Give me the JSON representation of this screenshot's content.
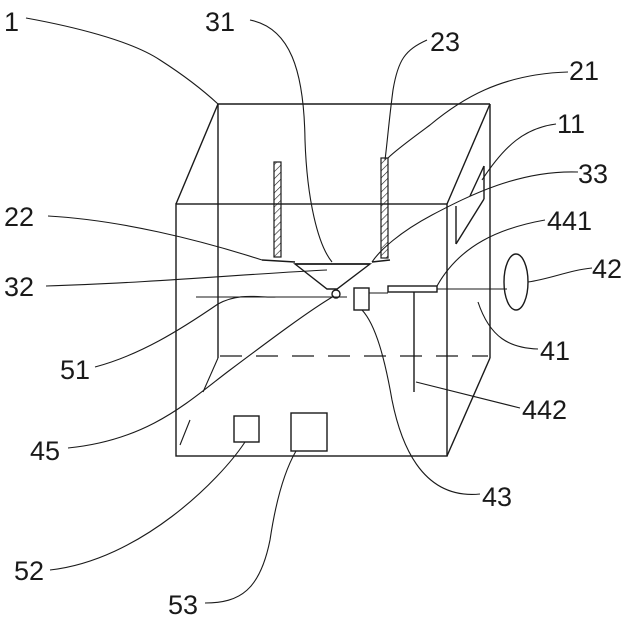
{
  "labels": {
    "l1": "1",
    "l31": "31",
    "l23": "23",
    "l21": "21",
    "l11": "11",
    "l33": "33",
    "l22": "22",
    "l441": "441",
    "l32": "32",
    "l42": "42",
    "l51": "51",
    "l41": "41",
    "l442": "442",
    "l45": "45",
    "l43": "43",
    "l52": "52",
    "l53": "53"
  }
}
